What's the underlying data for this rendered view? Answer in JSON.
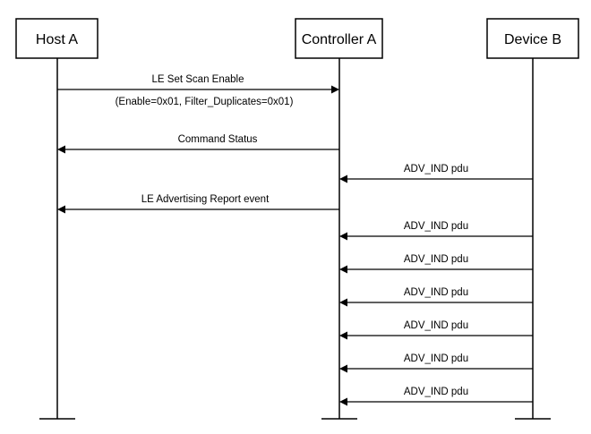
{
  "participants": {
    "host": "Host A",
    "controller": "Controller A",
    "device": "Device B"
  },
  "messages": [
    {
      "label": "LE Set Scan Enable",
      "sublabel": "(Enable=0x01, Filter_Duplicates=0x01)",
      "from": "host",
      "to": "controller"
    },
    {
      "label": "Command Status",
      "from": "controller",
      "to": "host"
    },
    {
      "label": "ADV_IND pdu",
      "from": "device",
      "to": "controller"
    },
    {
      "label": "LE Advertising Report event",
      "from": "controller",
      "to": "host"
    },
    {
      "label": "ADV_IND pdu",
      "from": "device",
      "to": "controller"
    },
    {
      "label": "ADV_IND pdu",
      "from": "device",
      "to": "controller"
    },
    {
      "label": "ADV_IND pdu",
      "from": "device",
      "to": "controller"
    },
    {
      "label": "ADV_IND pdu",
      "from": "device",
      "to": "controller"
    },
    {
      "label": "ADV_IND pdu",
      "from": "device",
      "to": "controller"
    },
    {
      "label": "ADV_IND pdu",
      "from": "device",
      "to": "controller"
    }
  ]
}
